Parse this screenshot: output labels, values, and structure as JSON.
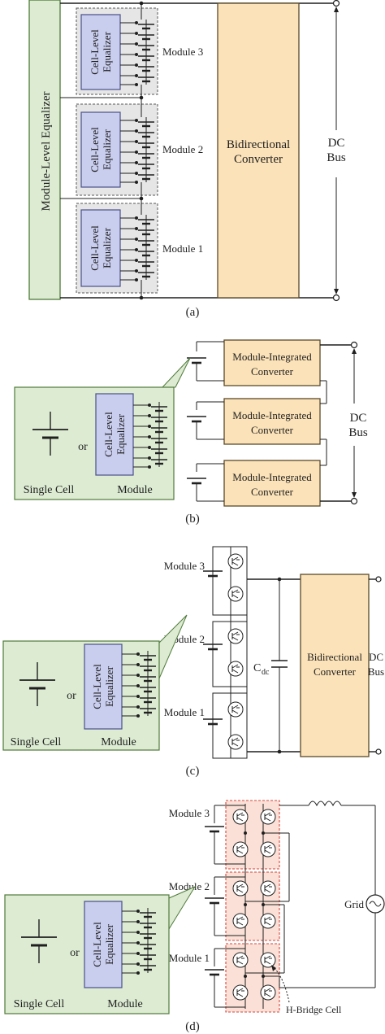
{
  "colors": {
    "green_box": "#dcebd2",
    "green_border": "#4f7a3a",
    "blue_box": "#c9cdee",
    "blue_border": "#4a4f8a",
    "orange_box": "#fbe2b8",
    "orange_border": "#5a4a2a",
    "module_fill": "#e6e6e6",
    "hbridge_fill": "#fae0d6",
    "hbridge_border": "#d9443a"
  },
  "panel_a": {
    "caption": "(a)",
    "module_level_equalizer": "Module-Level Equalizer",
    "cell_level": "Cell-Level",
    "equalizer": "Equalizer",
    "module_3": "Module 3",
    "module_2": "Module 2",
    "module_1": "Module 1",
    "converter_line1": "Bidirectional",
    "converter_line2": "Converter",
    "dc": "DC",
    "bus": "Bus"
  },
  "panel_b": {
    "caption": "(b)",
    "mic_line1": "Module-Integrated",
    "mic_line2": "Converter",
    "single_cell": "Single Cell",
    "or": "or",
    "module": "Module",
    "cell_level": "Cell-Level",
    "equalizer": "Equalizer",
    "dc": "DC",
    "bus": "Bus"
  },
  "panel_c": {
    "caption": "(c)",
    "module_3": "Module 3",
    "module_2": "Module 2",
    "module_1": "Module 1",
    "cdc_main": "C",
    "cdc_sub": "dc",
    "converter_line1": "Bidirectional",
    "converter_line2": "Converter",
    "dc": "DC",
    "bus": "Bus",
    "single_cell": "Single Cell",
    "or": "or",
    "module": "Module",
    "cell_level": "Cell-Level",
    "equalizer": "Equalizer"
  },
  "panel_d": {
    "caption": "(d)",
    "module_3": "Module 3",
    "module_2": "Module 2",
    "module_1": "Module 1",
    "grid": "Grid",
    "hbridge_cell": "H-Bridge Cell",
    "single_cell": "Single Cell",
    "or": "or",
    "module": "Module",
    "cell_level": "Cell-Level",
    "equalizer": "Equalizer"
  }
}
